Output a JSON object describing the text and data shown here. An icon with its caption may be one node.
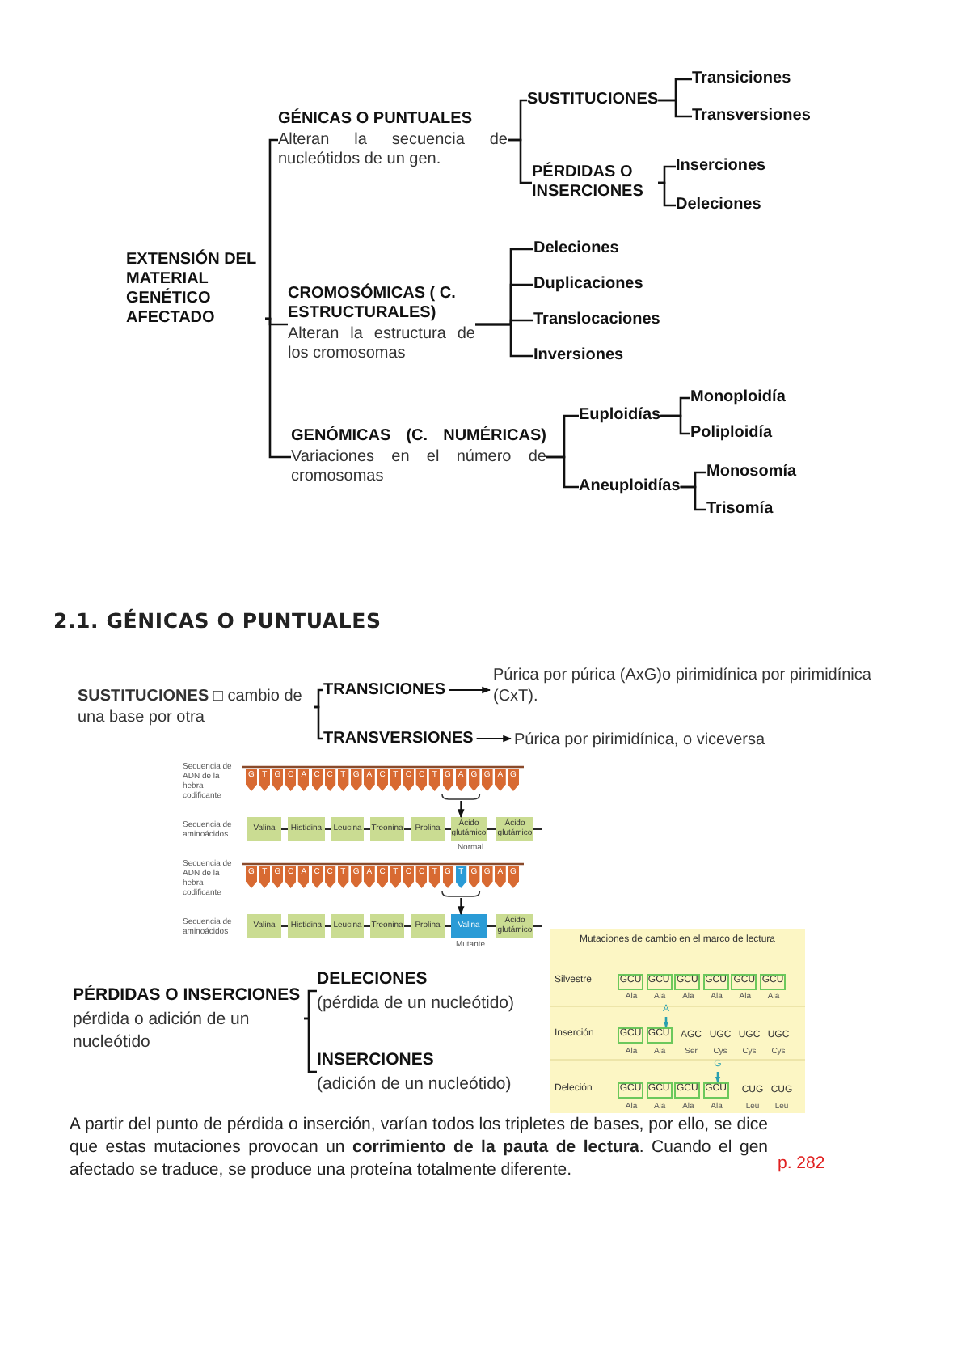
{
  "diagram": {
    "nodes": [
      {
        "text": [
          "EXTENSIÓN DEL MATERIAL GENÉTICO AFECTADO"
        ]
      },
      {
        "text": [
          "GÉNICAS O PUNTUALES",
          "Alteran la secuencia de nucleótidos de un gen."
        ]
      },
      {
        "text": [
          "SUSTITUCIONES"
        ]
      },
      {
        "text": [
          "Transiciones"
        ]
      },
      {
        "text": [
          "Transversiones"
        ]
      },
      {
        "text": [
          "PÉRDIDAS O INSERCIONES"
        ]
      },
      {
        "text": [
          "Inserciones"
        ]
      },
      {
        "text": [
          "Deleciones"
        ]
      },
      {
        "text": [
          "CROMOSÓMICAS ( C. ESTRUCTURALES)",
          "Alteran la estructura de los cromosomas"
        ]
      },
      {
        "text": [
          "Deleciones"
        ]
      },
      {
        "text": [
          "Duplicaciones"
        ]
      },
      {
        "text": [
          "Translocaciones"
        ]
      },
      {
        "text": [
          "Inversiones"
        ]
      },
      {
        "text": [
          "GENÓMICAS (C. NUMÉRICAS)",
          "Variaciones en el número de cromosomas"
        ]
      },
      {
        "text": [
          "Euploidías"
        ]
      },
      {
        "text": [
          "Monoploidía"
        ]
      },
      {
        "text": [
          "Poliploidía"
        ]
      },
      {
        "text": [
          "Aneuploidías"
        ]
      },
      {
        "text": [
          "Monosomía"
        ]
      },
      {
        "text": [
          "Trisomía"
        ]
      },
      {
        "text": [
          "**SUSTITUCIONES** □ cambio de una base por otra"
        ]
      },
      {
        "text": [
          "TRANSICIONES"
        ]
      },
      {
        "text": [
          "Púrica por púrica (AxG)o pirimidínica por pirimidínica (CxT)."
        ]
      },
      {
        "text": [
          "TRANSVERSIONES"
        ]
      },
      {
        "text": [
          "Púrica por pirimidínica, o viceversa"
        ]
      },
      {
        "text": [
          "Valina"
        ]
      },
      {
        "text": [
          "Histidina"
        ]
      },
      {
        "text": [
          "Leucina"
        ]
      },
      {
        "text": [
          "Treonina"
        ]
      },
      {
        "text": [
          "Prolina"
        ]
      },
      {
        "text": [
          "Ácido glutámico"
        ]
      },
      {
        "text": [
          "Ácido glutámico"
        ]
      },
      {
        "text": [
          "Valina"
        ]
      },
      {
        "text": [
          "Histidina"
        ]
      },
      {
        "text": [
          "Leucina"
        ]
      },
      {
        "text": [
          "Treonina"
        ]
      },
      {
        "text": [
          "Prolina"
        ]
      },
      {
        "text": [
          "Valina"
        ]
      },
      {
        "text": [
          "Ácido glutámico"
        ]
      },
      {
        "text": [
          "Mutaciones de cambio en el marco de lectura"
        ]
      },
      {
        "text": [
          "GCU"
        ],
        "in": 39
      },
      {
        "text": [
          "GCU"
        ],
        "in": 39
      },
      {
        "text": [
          "GCU"
        ],
        "in": 39
      },
      {
        "text": [
          "GCU"
        ],
        "in": 39
      },
      {
        "text": [
          "GCU"
        ],
        "in": 39
      },
      {
        "text": [
          "GCU"
        ],
        "in": 39
      },
      {
        "text": [
          "GCU"
        ],
        "in": 39
      },
      {
        "text": [
          "GCU"
        ],
        "in": 39
      },
      {
        "text": [
          "GCU"
        ],
        "in": 39
      },
      {
        "text": [
          "GCU"
        ],
        "in": 39
      },
      {
        "text": [
          "GCU"
        ],
        "in": 39
      },
      {
        "text": [
          "GCU"
        ],
        "in": 39
      },
      {
        "text": [
          "PÉRDIDAS O INSERCIONES",
          "pérdida o adición de un nucleótido"
        ]
      },
      {
        "text": [
          "DELECIONES",
          "(pérdida de un nucleótido)"
        ]
      },
      {
        "text": [
          "INSERCIONES",
          "(adición de un nucleótido)"
        ]
      },
      {
        "text": [
          "A"
        ],
        "in": 39
      },
      {
        "text": [
          "G"
        ],
        "in": 39
      }
    ],
    "edges": [
      {
        "from": 0,
        "to": 1,
        "arrow": "none"
      },
      {
        "from": 0,
        "to": 8,
        "arrow": "none"
      },
      {
        "from": 0,
        "to": 13,
        "arrow": "none"
      },
      {
        "from": 1,
        "to": 2,
        "arrow": "none"
      },
      {
        "from": 1,
        "to": 5,
        "arrow": "none"
      },
      {
        "from": 2,
        "to": 3,
        "arrow": "none"
      },
      {
        "from": 2,
        "to": 4,
        "arrow": "none"
      },
      {
        "from": 5,
        "to": 6,
        "arrow": "none"
      },
      {
        "from": 5,
        "to": 7,
        "arrow": "none"
      },
      {
        "from": 8,
        "to": 9,
        "arrow": "none"
      },
      {
        "from": 8,
        "to": 10,
        "arrow": "none"
      },
      {
        "from": 8,
        "to": 11,
        "arrow": "none"
      },
      {
        "from": 8,
        "to": 12,
        "arrow": "none"
      },
      {
        "from": 13,
        "to": 14,
        "arrow": "none"
      },
      {
        "from": 13,
        "to": 17,
        "arrow": "none"
      },
      {
        "from": 14,
        "to": 15,
        "arrow": "none"
      },
      {
        "from": 14,
        "to": 16,
        "arrow": "none"
      },
      {
        "from": 17,
        "to": 18,
        "arrow": "none"
      },
      {
        "from": 17,
        "to": 19,
        "arrow": "none"
      },
      {
        "from": 20,
        "to": 21,
        "arrow": "none"
      },
      {
        "from": 20,
        "to": 23,
        "arrow": "none"
      },
      {
        "from": 21,
        "to": 22,
        "arrow": "to"
      },
      {
        "from": 23,
        "to": 24,
        "arrow": "to"
      },
      {
        "from": 25,
        "to": 26,
        "arrow": "none"
      },
      {
        "from": 26,
        "to": 27,
        "arrow": "none"
      },
      {
        "from": 27,
        "to": 28,
        "arrow": "none"
      },
      {
        "from": 28,
        "to": 29,
        "arrow": "none"
      },
      {
        "from": 29,
        "to": 30,
        "arrow": "none"
      },
      {
        "from": 30,
        "to": 31,
        "arrow": "none"
      },
      {
        "from": 31,
        "to": null,
        "arrow": "none"
      },
      {
        "from": null,
        "to": 30,
        "arrow": "to"
      },
      {
        "from": 32,
        "to": 33,
        "arrow": "none"
      },
      {
        "from": 33,
        "to": 34,
        "arrow": "none"
      },
      {
        "from": 34,
        "to": 35,
        "arrow": "none"
      },
      {
        "from": 35,
        "to": 36,
        "arrow": "none"
      },
      {
        "from": 36,
        "to": 37,
        "arrow": "none"
      },
      {
        "from": 37,
        "to": 38,
        "arrow": "none"
      },
      {
        "from": 38,
        "to": null,
        "arrow": "none"
      },
      {
        "from": null,
        "to": 37,
        "arrow": "to"
      },
      {
        "from": 52,
        "to": 53,
        "arrow": "none"
      },
      {
        "from": 52,
        "to": 54,
        "arrow": "none"
      },
      {
        "from": 55,
        "to": 47,
        "arrow": "to",
        "color": "#2aa0b0"
      },
      {
        "from": 56,
        "to": 51,
        "arrow": "to",
        "color": "#2aa0b0"
      }
    ],
    "labels": [
      "2.1. GÉNICAS O PUNTUALES",
      "Secuencia de ADN de la hebra codificante",
      "G",
      "T",
      "G",
      "C",
      "A",
      "C",
      "C",
      "T",
      "G",
      "A",
      "C",
      "T",
      "C",
      "C",
      "T",
      "G",
      "A",
      "G",
      "G",
      "A",
      "G",
      "Secuencia de aminoácidos",
      "Normal",
      "Secuencia de ADN de la hebra codificante",
      "G",
      "T",
      "G",
      "C",
      "A",
      "C",
      "C",
      "T",
      "G",
      "A",
      "C",
      "T",
      "C",
      "C",
      "T",
      "G",
      "T",
      "G",
      "G",
      "A",
      "G",
      "Secuencia de aminoácidos",
      "Mutante",
      "Silvestre",
      "Ala",
      "Ala",
      "Ala",
      "Ala",
      "Ala",
      "Ala",
      "Inserción",
      "AGC",
      "UGC",
      "UGC",
      "UGC",
      "Ala",
      "Ala",
      "Ser",
      "Cys",
      "Cys",
      "Cys",
      "Deleción",
      "CUG",
      "CUG",
      "Ala",
      "Ala",
      "Ala",
      "Ala",
      "Leu",
      "Leu",
      "A partir del punto de pérdida o inserción, varían todos los tripletes de bases, por ello, se dice que estas mutaciones provocan un **corrimiento de la pauta de lectura**. Cuando el gen afectado se traduce, se produce una proteína totalmente diferente.",
      "p. 282"
    ]
  }
}
